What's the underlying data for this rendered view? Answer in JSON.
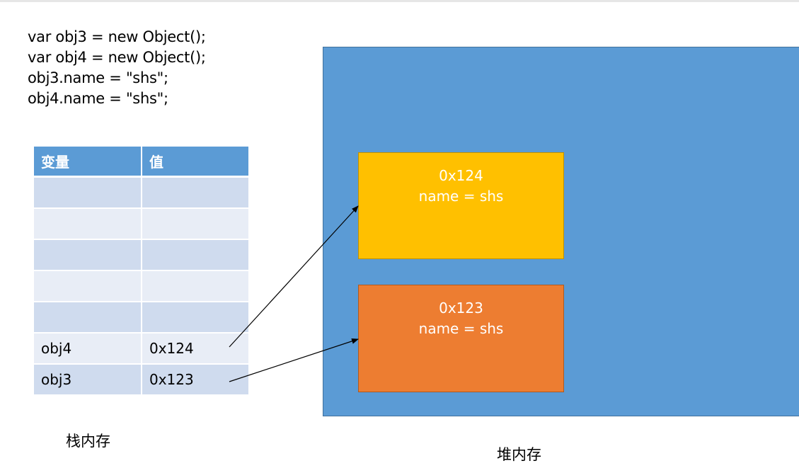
{
  "code": {
    "lines": [
      "var obj3 = new Object();",
      "var obj4 = new Object();",
      "obj3.name = \"shs\";",
      "obj4.name = \"shs\";"
    ]
  },
  "stack": {
    "headers": [
      "变量",
      "值"
    ],
    "rows": [
      [
        "",
        ""
      ],
      [
        "",
        ""
      ],
      [
        "",
        ""
      ],
      [
        "",
        ""
      ],
      [
        "",
        ""
      ],
      [
        "obj4",
        "0x124"
      ],
      [
        "obj3",
        "0x123"
      ]
    ],
    "label": "栈内存"
  },
  "heap": {
    "label": "堆内存",
    "objects": [
      {
        "address": "0x124",
        "content": "name = shs",
        "color": "#ffc000"
      },
      {
        "address": "0x123",
        "content": "name = shs",
        "color": "#ed7d31"
      }
    ],
    "background_color": "#5b9bd5"
  },
  "colors": {
    "table_header": "#5b9bd5",
    "table_row_dark": "#cfdbee",
    "table_row_light": "#e8edf6"
  }
}
